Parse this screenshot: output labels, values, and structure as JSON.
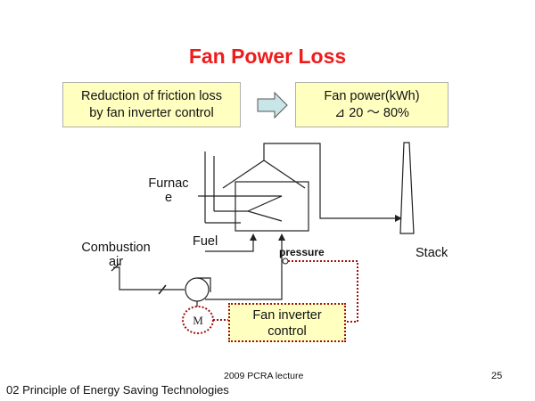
{
  "title": "Fan Power Loss",
  "measure_box": {
    "line1": "Reduction of friction loss",
    "line2": "by fan inverter control"
  },
  "result_box": {
    "line1": "Fan power(kWh)",
    "line2": "⊿ 20 ～ 80%"
  },
  "labels": {
    "furnace_line1": "Furnac",
    "furnace_line2": "e",
    "combustion_line1": "Combustion",
    "combustion_line2": "air",
    "fuel": "Fuel",
    "pressure": "pressure",
    "stack": "Stack",
    "motor": "M"
  },
  "inverter_box": {
    "line1": "Fan inverter",
    "line2": "control"
  },
  "footer": {
    "lecture": "2009 PCRA lecture",
    "page_number": "25",
    "section": "02 Principle of Energy Saving Technologies"
  },
  "colors": {
    "title": "#ee1c1c",
    "box_fill": "#ffffc0",
    "control_line": "#a01010",
    "arrow_fill": "#c8e6e8"
  }
}
